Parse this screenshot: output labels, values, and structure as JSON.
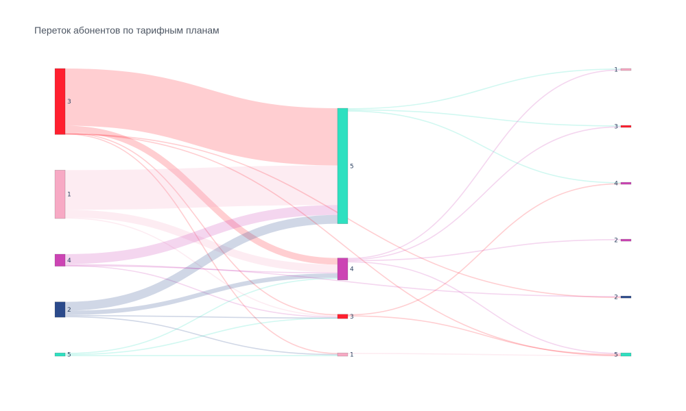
{
  "chart_data": {
    "type": "sankey",
    "title": "Переток абонентов по тарифным планам",
    "colors": {
      "1": "#f7a9c4",
      "2": "#2b4a8b",
      "3": "#ff1f2f",
      "4": "#cc44b4",
      "5": "#2ee0c0"
    },
    "columns": [
      {
        "nodes": [
          {
            "id": "a3",
            "label": "3",
            "plan": "3",
            "value": 60
          },
          {
            "id": "a1",
            "label": "1",
            "plan": "1",
            "value": 44
          },
          {
            "id": "a4",
            "label": "4",
            "plan": "4",
            "value": 11
          },
          {
            "id": "a2",
            "label": "2",
            "plan": "2",
            "value": 14
          },
          {
            "id": "a5",
            "label": "5",
            "plan": "5",
            "value": 3
          }
        ]
      },
      {
        "nodes": [
          {
            "id": "b5",
            "label": "5",
            "plan": "5",
            "value": 105
          },
          {
            "id": "b4",
            "label": "4",
            "plan": "4",
            "value": 20
          },
          {
            "id": "b3",
            "label": "3",
            "plan": "3",
            "value": 4
          },
          {
            "id": "b1",
            "label": "1",
            "plan": "1",
            "value": 3
          }
        ]
      },
      {
        "nodes": [
          {
            "id": "c1",
            "label": "1",
            "plan": "1",
            "value": 1
          },
          {
            "id": "c3",
            "label": "3",
            "plan": "3",
            "value": 1
          },
          {
            "id": "c4",
            "label": "4",
            "plan": "4",
            "value": 1
          },
          {
            "id": "c2a",
            "label": "2",
            "plan": "4",
            "value": 1
          },
          {
            "id": "c2b",
            "label": "2",
            "plan": "2",
            "value": 1
          },
          {
            "id": "c5",
            "label": "5",
            "plan": "5",
            "value": 3
          }
        ]
      }
    ],
    "links": [
      {
        "source": "a3",
        "target": "b5",
        "value": 52
      },
      {
        "source": "a3",
        "target": "b4",
        "value": 6
      },
      {
        "source": "a3",
        "target": "b3",
        "value": 1
      },
      {
        "source": "a3",
        "target": "b1",
        "value": 1
      },
      {
        "source": "a1",
        "target": "b5",
        "value": 36
      },
      {
        "source": "a1",
        "target": "b4",
        "value": 7
      },
      {
        "source": "a1",
        "target": "b3",
        "value": 1
      },
      {
        "source": "a4",
        "target": "b5",
        "value": 9
      },
      {
        "source": "a4",
        "target": "b4",
        "value": 1
      },
      {
        "source": "a4",
        "target": "b3",
        "value": 1
      },
      {
        "source": "a2",
        "target": "b5",
        "value": 8
      },
      {
        "source": "a2",
        "target": "b4",
        "value": 4
      },
      {
        "source": "a2",
        "target": "b3",
        "value": 1
      },
      {
        "source": "a2",
        "target": "b1",
        "value": 1
      },
      {
        "source": "a5",
        "target": "b4",
        "value": 1
      },
      {
        "source": "a5",
        "target": "b3",
        "value": 1
      },
      {
        "source": "a5",
        "target": "b1",
        "value": 1
      },
      {
        "source": "b5",
        "target": "c1",
        "value": 1
      },
      {
        "source": "b5",
        "target": "c3",
        "value": 1
      },
      {
        "source": "b5",
        "target": "c4",
        "value": 1
      },
      {
        "source": "b4",
        "target": "c1",
        "value": 1
      },
      {
        "source": "b4",
        "target": "c3",
        "value": 1
      },
      {
        "source": "b4",
        "target": "c2a",
        "value": 1
      },
      {
        "source": "b4",
        "target": "c5",
        "value": 1
      },
      {
        "source": "b3",
        "target": "c4",
        "value": 1
      },
      {
        "source": "b3",
        "target": "c5",
        "value": 1
      },
      {
        "source": "b1",
        "target": "c5",
        "value": 1
      },
      {
        "source": "a4",
        "target": "c2b",
        "value": 1
      },
      {
        "source": "a3",
        "target": "c2b",
        "value": 1
      },
      {
        "source": "a3",
        "target": "c5",
        "value": 1
      }
    ]
  }
}
